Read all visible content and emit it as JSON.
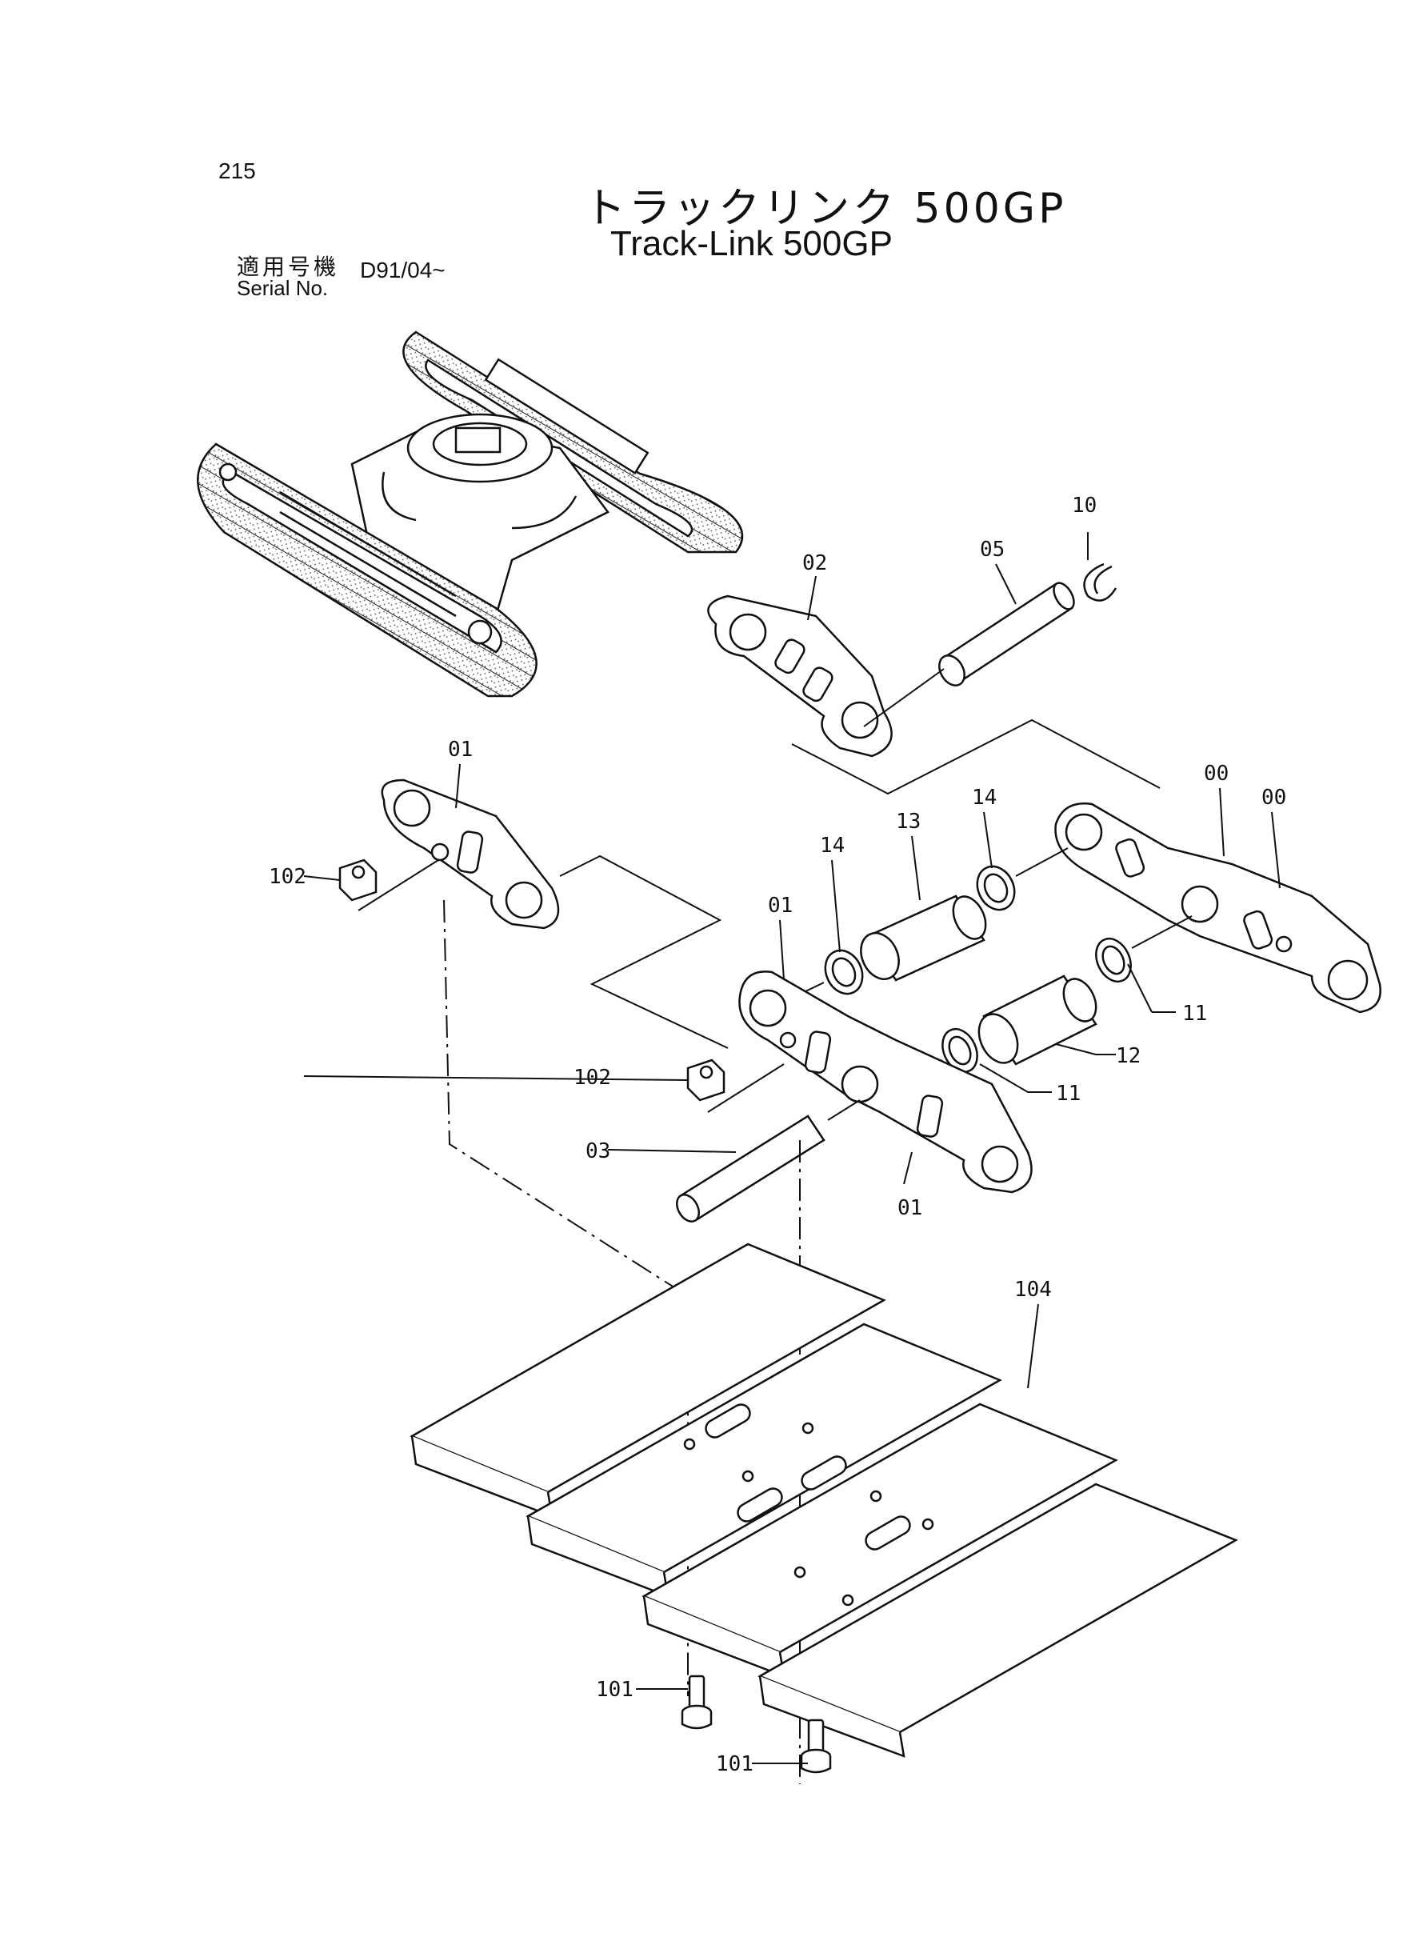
{
  "page_number": "215",
  "title": {
    "japanese": "トラックリンク 500GP",
    "english": "Track-Link 500GP"
  },
  "serial": {
    "label_jp": "適用号機",
    "label_en": "Serial No.",
    "value": "D91/04~"
  },
  "callouts": {
    "c10": "10",
    "c05": "05",
    "c02": "02",
    "c01_top": "01",
    "c00_a": "00",
    "c00_b": "00",
    "c14_a": "14",
    "c13": "13",
    "c102_a": "102",
    "c14_b": "14",
    "c01_mid": "01",
    "c11_a": "11",
    "c12": "12",
    "c102_b": "102",
    "c11_b": "11",
    "c03": "03",
    "c01_low": "01",
    "c104": "104",
    "c101_a": "101",
    "c101_b": "101"
  }
}
